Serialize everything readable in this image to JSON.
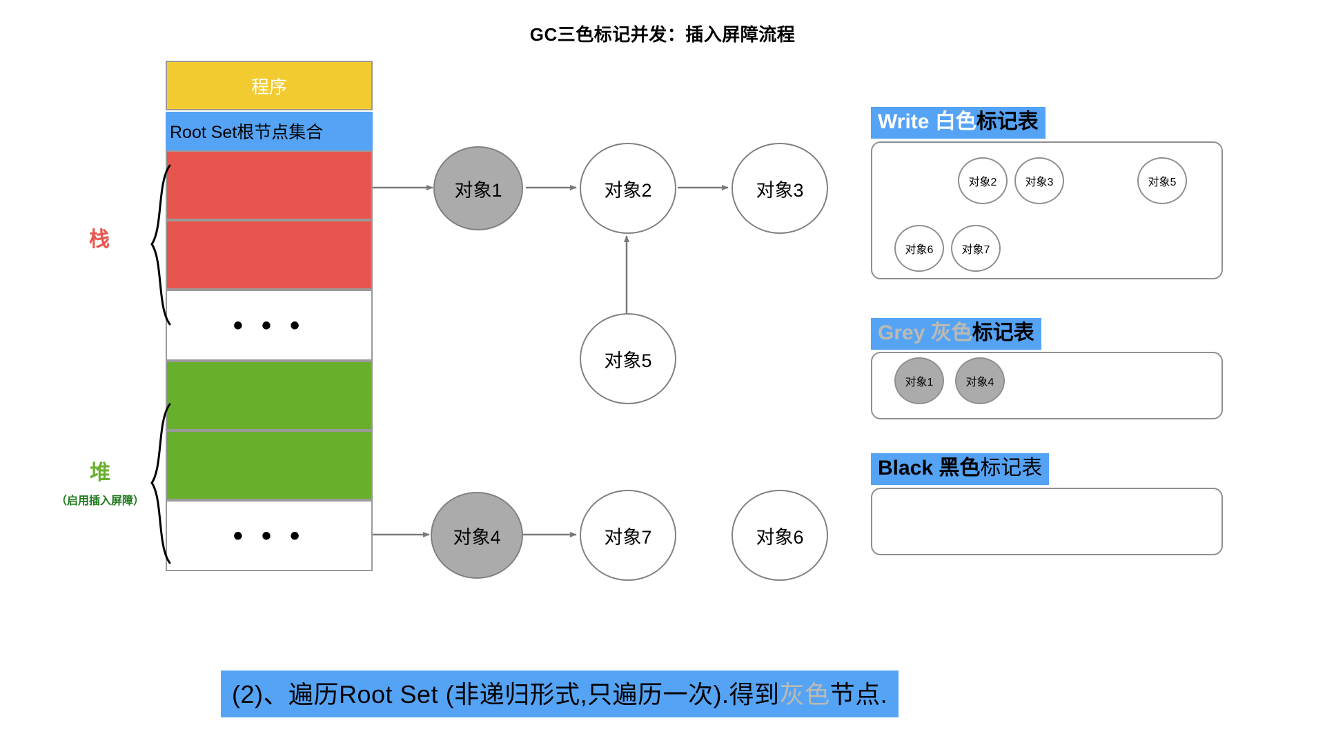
{
  "title": "GC三色标记并发：插入屏障流程",
  "memory": {
    "program_label": "程序",
    "rootset_label": "Root Set根节点集合",
    "ellipsis": "• • •",
    "stack_label": "栈",
    "heap_label": "堆",
    "heap_sublabel": "（启用插入屏障）"
  },
  "graph": {
    "nodes": [
      {
        "id": "obj1",
        "label": "对象1",
        "color": "grey"
      },
      {
        "id": "obj2",
        "label": "对象2",
        "color": "white"
      },
      {
        "id": "obj3",
        "label": "对象3",
        "color": "white"
      },
      {
        "id": "obj5",
        "label": "对象5",
        "color": "white"
      },
      {
        "id": "obj4",
        "label": "对象4",
        "color": "grey"
      },
      {
        "id": "obj7",
        "label": "对象7",
        "color": "white"
      },
      {
        "id": "obj6",
        "label": "对象6",
        "color": "white"
      }
    ],
    "edges": [
      {
        "from": "rootset-stack",
        "to": "obj1"
      },
      {
        "from": "obj1",
        "to": "obj2"
      },
      {
        "from": "obj2",
        "to": "obj3"
      },
      {
        "from": "obj5",
        "to": "obj2"
      },
      {
        "from": "rootset-heap",
        "to": "obj4"
      },
      {
        "from": "obj4",
        "to": "obj7"
      }
    ]
  },
  "tables": {
    "white": {
      "header_kw": "Write",
      "header_color_word": "白色",
      "header_tail": "标记表",
      "items": [
        {
          "label": "对象2",
          "color": "white"
        },
        {
          "label": "对象3",
          "color": "white"
        },
        {
          "label": "对象5",
          "color": "white"
        },
        {
          "label": "对象6",
          "color": "white"
        },
        {
          "label": "对象7",
          "color": "white"
        }
      ]
    },
    "grey": {
      "header_kw": "Grey",
      "header_color_word": "灰色",
      "header_tail": "标记表",
      "items": [
        {
          "label": "对象1",
          "color": "grey"
        },
        {
          "label": "对象4",
          "color": "grey"
        }
      ]
    },
    "black": {
      "header_kw": "Black",
      "header_color_word": "黑色",
      "header_tail": "标记表",
      "items": []
    }
  },
  "caption": {
    "part1": "(2)、遍历Root Set (非递归形式,只遍历一次).得到",
    "highlight": "灰色",
    "part2": "节点."
  },
  "colors": {
    "program_yellow": "#F2CB30",
    "rootset_blue": "#55A3F5",
    "stack_red": "#E8554E",
    "heap_green": "#68B02C",
    "node_grey": "#ABABAB",
    "stroke_grey": "#8f8f8f"
  }
}
